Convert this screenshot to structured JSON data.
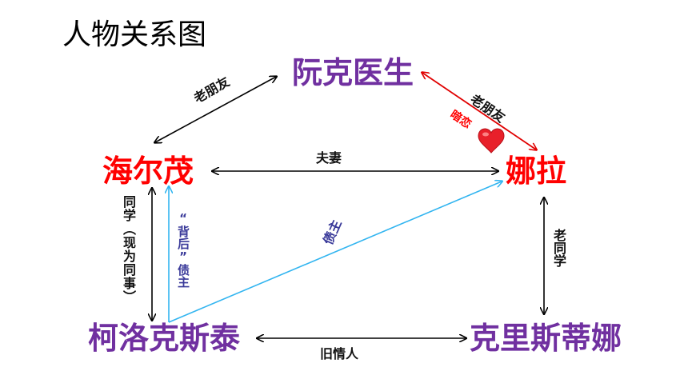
{
  "title": "人物关系图",
  "characters": {
    "rank": "阮克医生",
    "helmer": "海尔茂",
    "nora": "娜拉",
    "krogstad": "柯洛克斯泰",
    "kristine": "克里斯蒂娜"
  },
  "relations": {
    "rank_helmer": "老朋友",
    "rank_nora": "老朋友",
    "rank_nora_secret": "暗恋",
    "helmer_nora": "夫妻",
    "helmer_krogstad": "同学（现为同事）",
    "krogstad_nora": "债主",
    "krogstad_helmer_hidden": "“背后”债主",
    "nora_kristine": "老同学",
    "krogstad_kristine": "旧情人"
  },
  "colors": {
    "character_purple": "#7030a0",
    "character_red": "#ff0000",
    "arrow_black": "#000000",
    "arrow_red": "#e00000",
    "arrow_blue": "#33b5f0",
    "heart": "#e8202a"
  },
  "icons": {
    "heart": "heart-icon"
  }
}
